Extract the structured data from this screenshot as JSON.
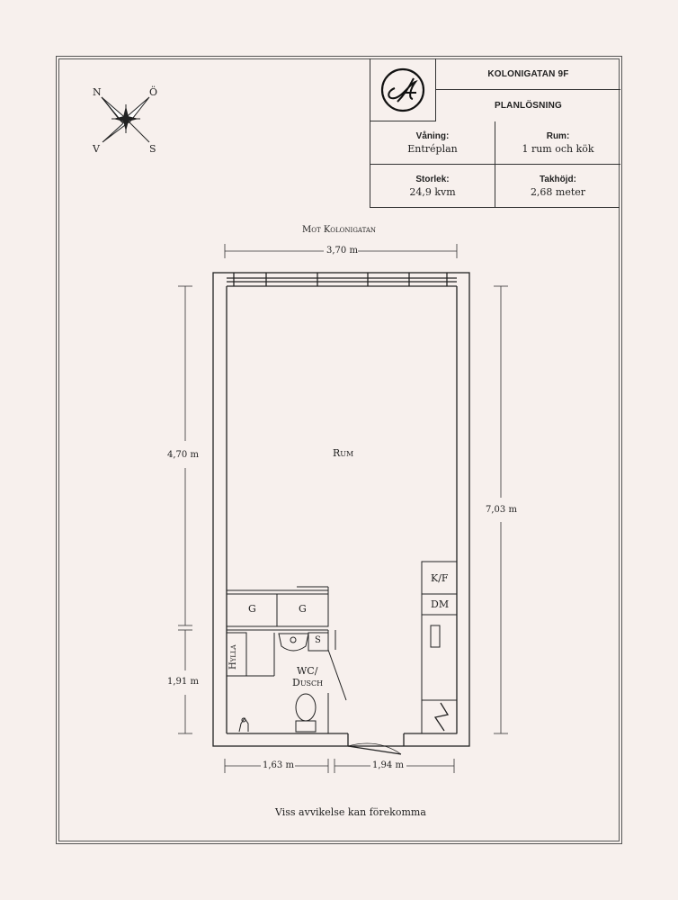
{
  "title_block": {
    "address": "KOLONIGATAN 9F",
    "subtitle": "PLANLÖSNING",
    "floor_label": "Våning:",
    "floor_value": "Entréplan",
    "rooms_label": "Rum:",
    "rooms_value": "1 rum och kök",
    "size_label": "Storlek:",
    "size_value": "24,9 kvm",
    "height_label": "Takhöjd:",
    "height_value": "2,68 meter"
  },
  "compass": {
    "n": "N",
    "e": "Ö",
    "w": "V",
    "s": "S"
  },
  "street_label": "Mot Kolonigatan",
  "dimensions": {
    "top_width": "3,70 m",
    "left_upper": "4,70 m",
    "left_lower": "1,91 m",
    "right_total": "7,03 m",
    "bottom_left": "1,63 m",
    "bottom_right": "1,94 m"
  },
  "rooms": {
    "main": "Rum",
    "wardrobe_1": "G",
    "wardrobe_2": "G",
    "shelf": "Hylla",
    "sink_s": "S",
    "bathroom_line1": "WC/",
    "bathroom_line2": "Dusch",
    "fridge": "K/F",
    "dishwasher": "DM"
  },
  "disclaimer": "Viss avvikelse kan förekomma"
}
